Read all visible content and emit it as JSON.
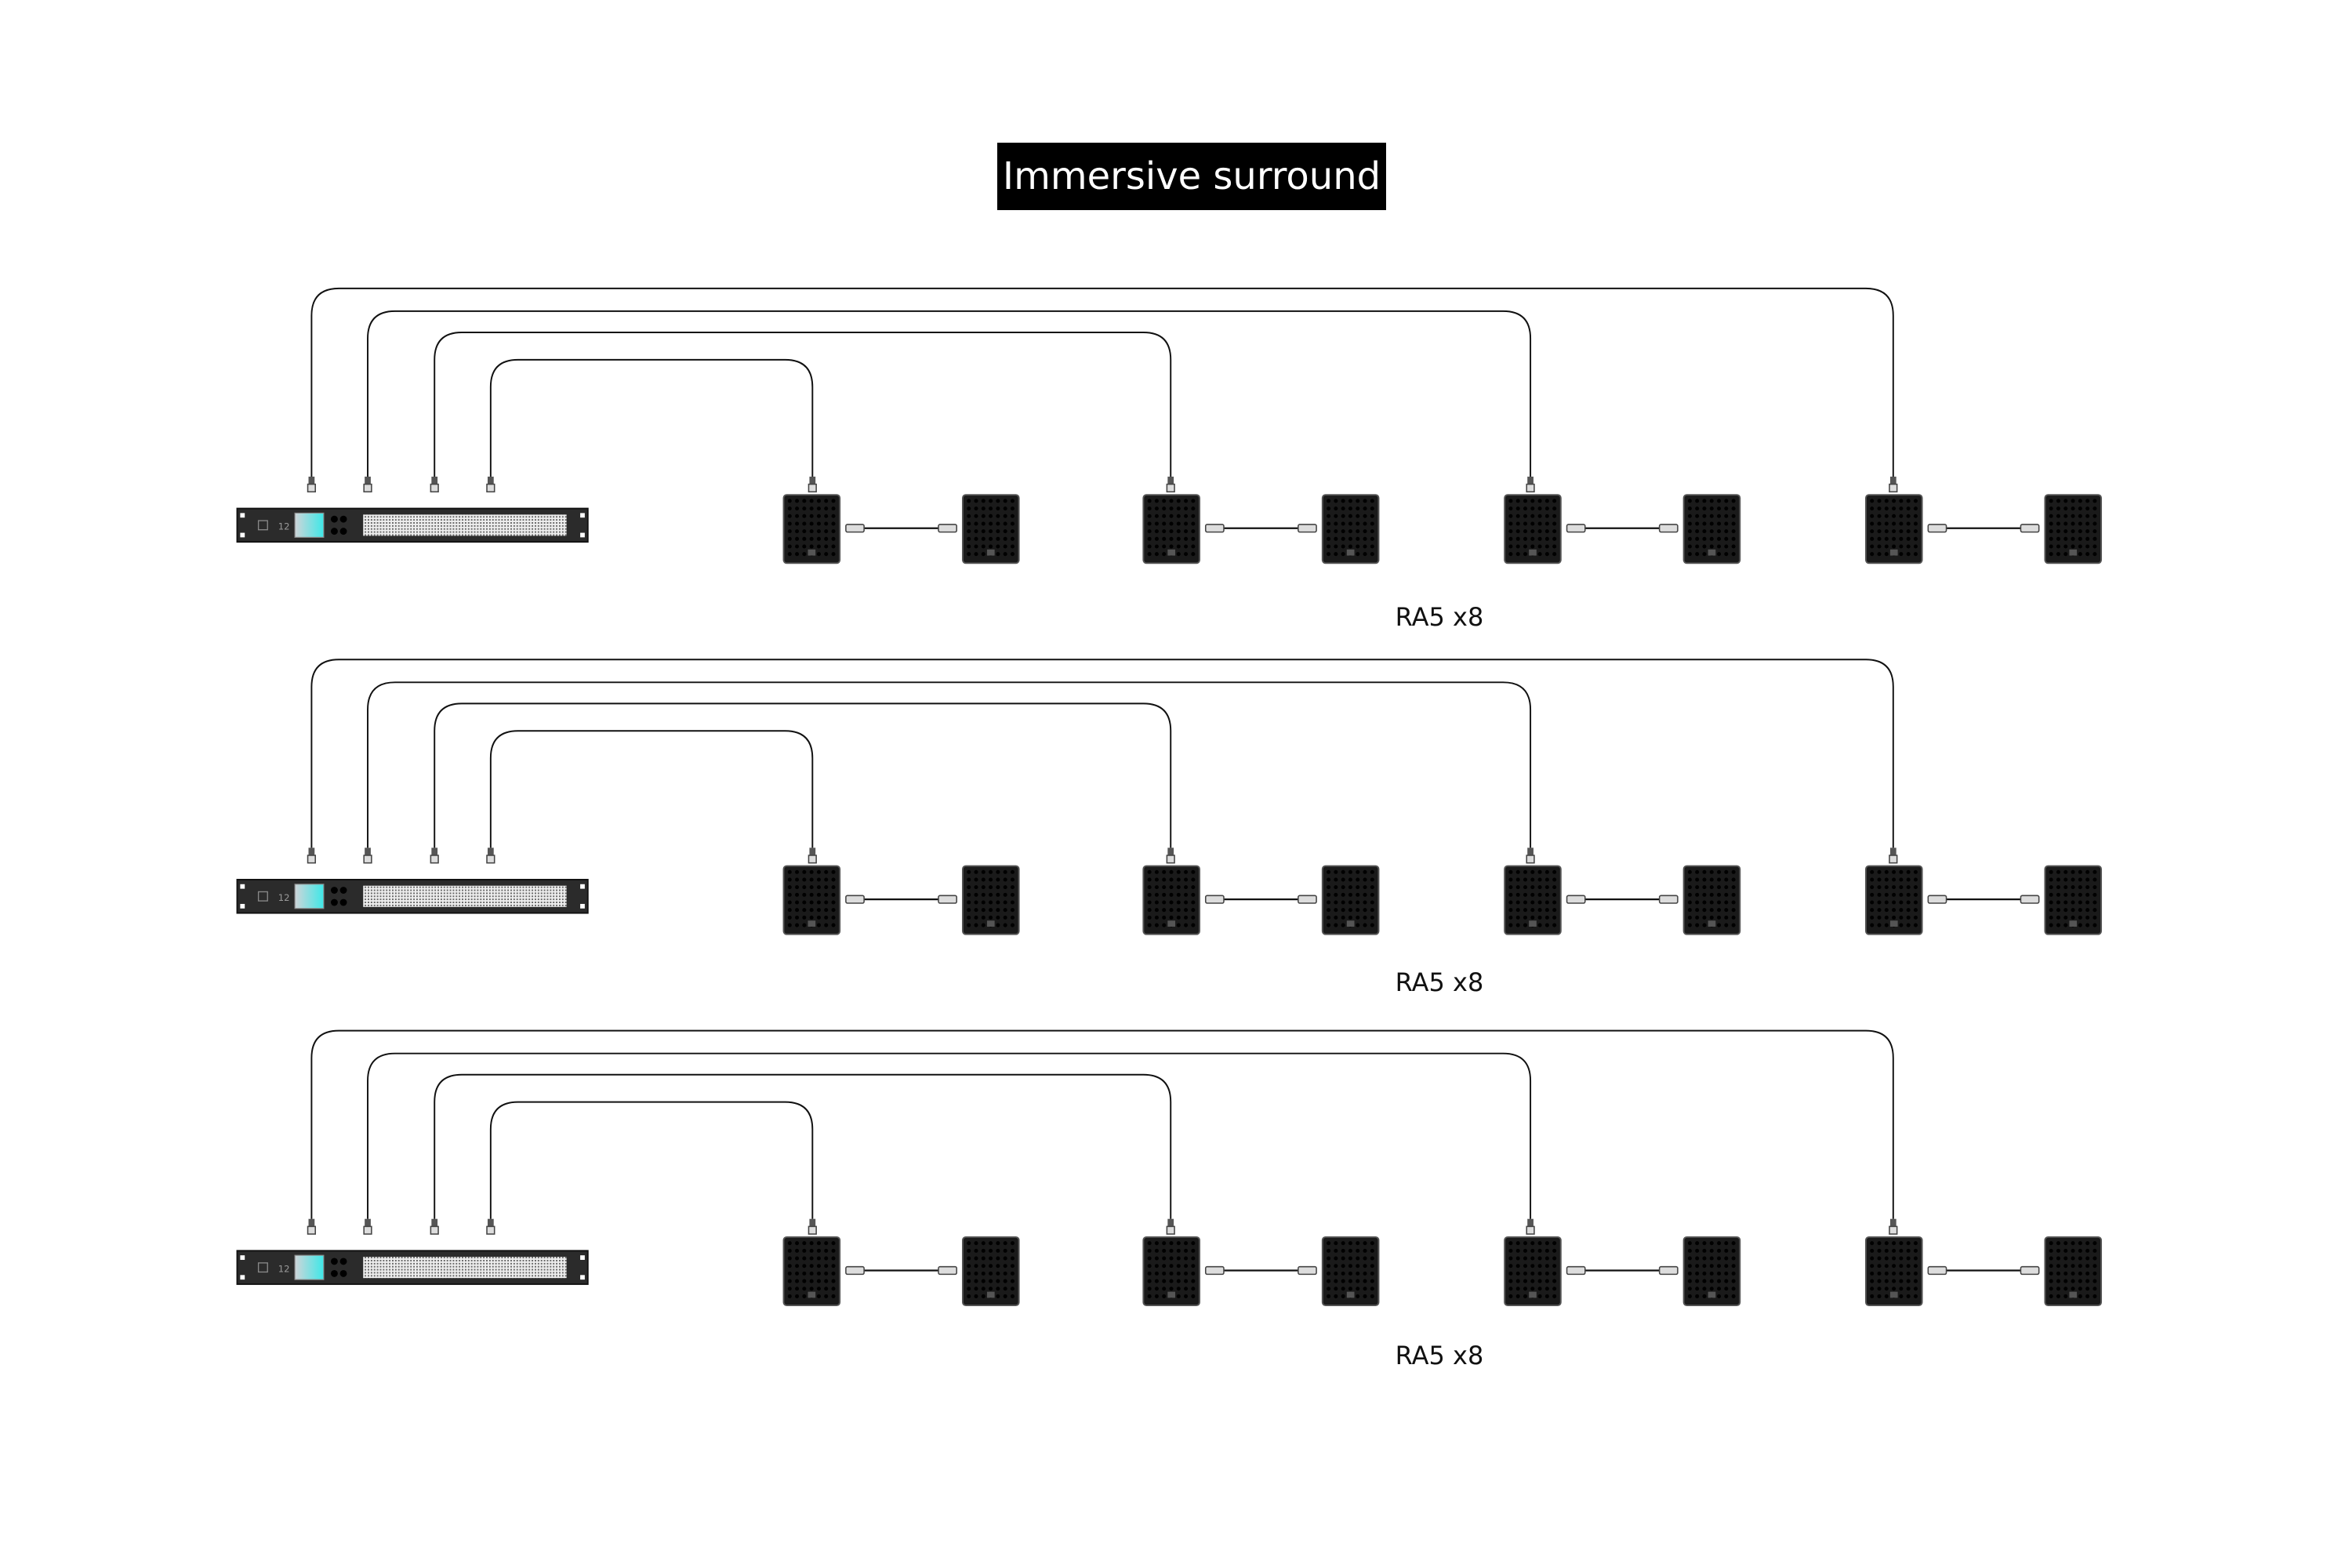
{
  "title": "Immersive surround",
  "rows": [
    {
      "label": "RA5 x8"
    },
    {
      "label": "RA5 x8"
    },
    {
      "label": "RA5 x8"
    }
  ],
  "amplifier_badge": "12",
  "colors": {
    "speaker": "#1a1a1a",
    "amp": "#2b2b2b",
    "screen": "#3ee8e8",
    "cable": "#111111"
  }
}
